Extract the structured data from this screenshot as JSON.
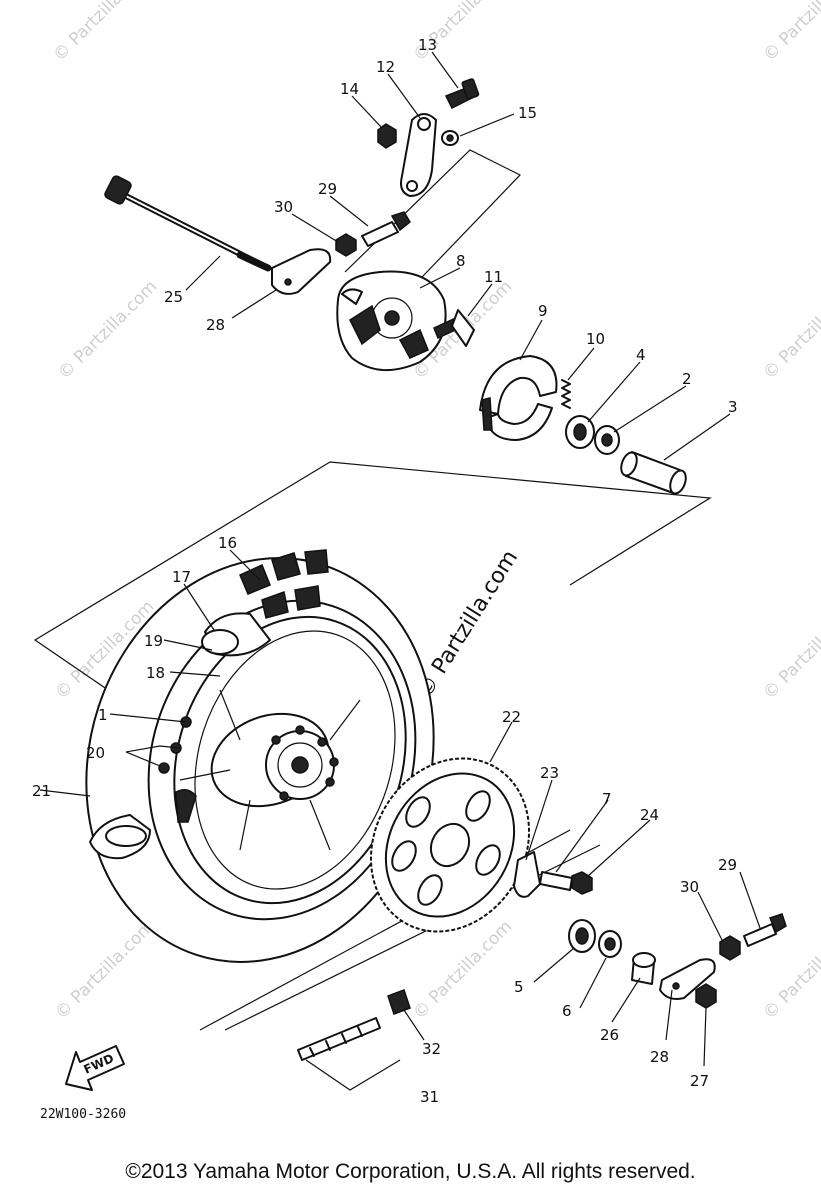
{
  "watermark": "© Partzilla.com",
  "watermark_center": "© Partzilla.com",
  "diagram_code": "22W100-3260",
  "fwd_label": "FWD",
  "copyright": "©2013 Yamaha Motor Corporation, U.S.A. All rights reserved.",
  "callouts": {
    "c1": "1",
    "c2": "2",
    "c3": "3",
    "c4": "4",
    "c5": "5",
    "c6": "6",
    "c7": "7",
    "c8": "8",
    "c9": "9",
    "c10": "10",
    "c11": "11",
    "c12": "12",
    "c13": "13",
    "c14": "14",
    "c15": "15",
    "c16": "16",
    "c17": "17",
    "c18": "18",
    "c19": "19",
    "c20": "20",
    "c21": "21",
    "c22": "22",
    "c23": "23",
    "c24": "24",
    "c25": "25",
    "c26": "26",
    "c27": "27",
    "c28a": "28",
    "c28b": "28",
    "c29a": "29",
    "c29b": "29",
    "c30a": "30",
    "c30b": "30",
    "c31": "31",
    "c32": "32"
  }
}
